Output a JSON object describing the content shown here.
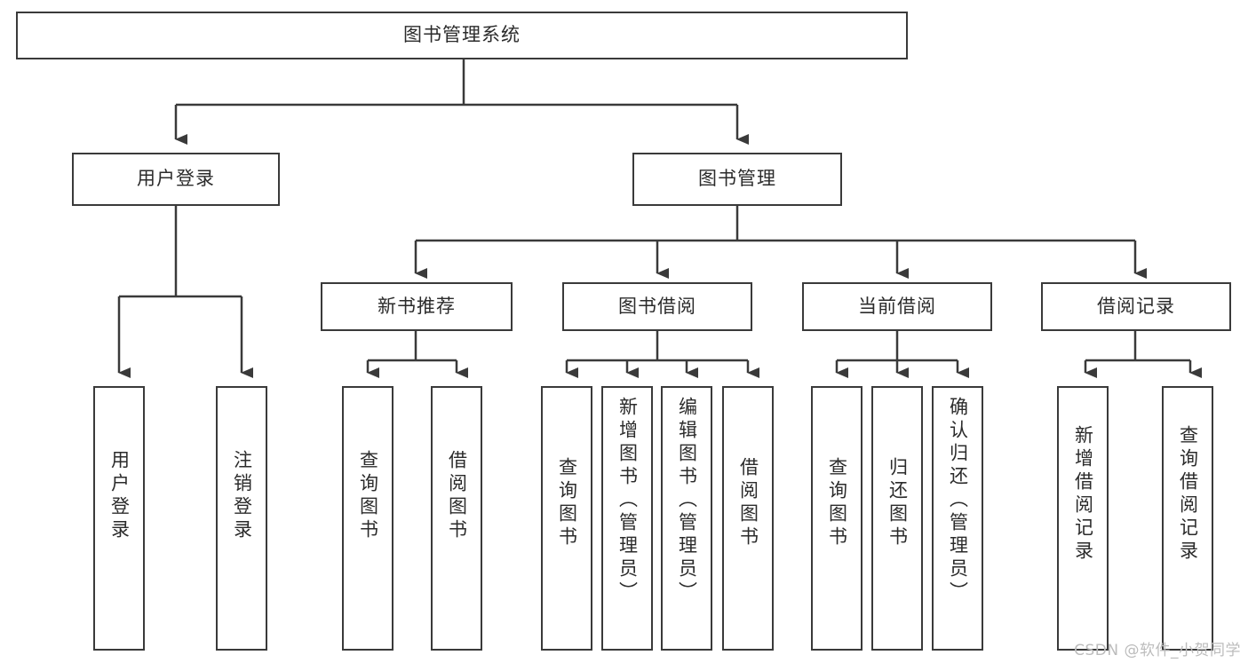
{
  "diagram": {
    "type": "tree-hierarchy",
    "title": "图书管理系统",
    "watermark": "CSDN @软件_小贺同学",
    "colors": {
      "stroke": "#3a3a3a",
      "fill": "#ffffff",
      "text": "#2b2b2b",
      "watermark": "#bcbcbc"
    },
    "nodes": {
      "root": {
        "label": "图书管理系统"
      },
      "level2": [
        {
          "label": "用户登录"
        },
        {
          "label": "图书管理"
        }
      ],
      "level3": [
        {
          "label": "新书推荐"
        },
        {
          "label": "图书借阅"
        },
        {
          "label": "当前借阅"
        },
        {
          "label": "借阅记录"
        }
      ],
      "leaves": {
        "user_login": [
          {
            "label": "用户登录"
          },
          {
            "label": "注销登录"
          }
        ],
        "new_book": [
          {
            "label": "查询图书"
          },
          {
            "label": "借阅图书"
          }
        ],
        "borrow_book": [
          {
            "label": "查询图书"
          },
          {
            "label": "新增图书（管理员）"
          },
          {
            "label": "编辑图书（管理员）"
          },
          {
            "label": "借阅图书"
          }
        ],
        "current_borrow": [
          {
            "label": "查询图书"
          },
          {
            "label": "归还图书"
          },
          {
            "label": "确认归还（管理员）"
          }
        ],
        "borrow_record": [
          {
            "label": "新增借阅记录"
          },
          {
            "label": "查询借阅记录"
          }
        ]
      }
    }
  }
}
